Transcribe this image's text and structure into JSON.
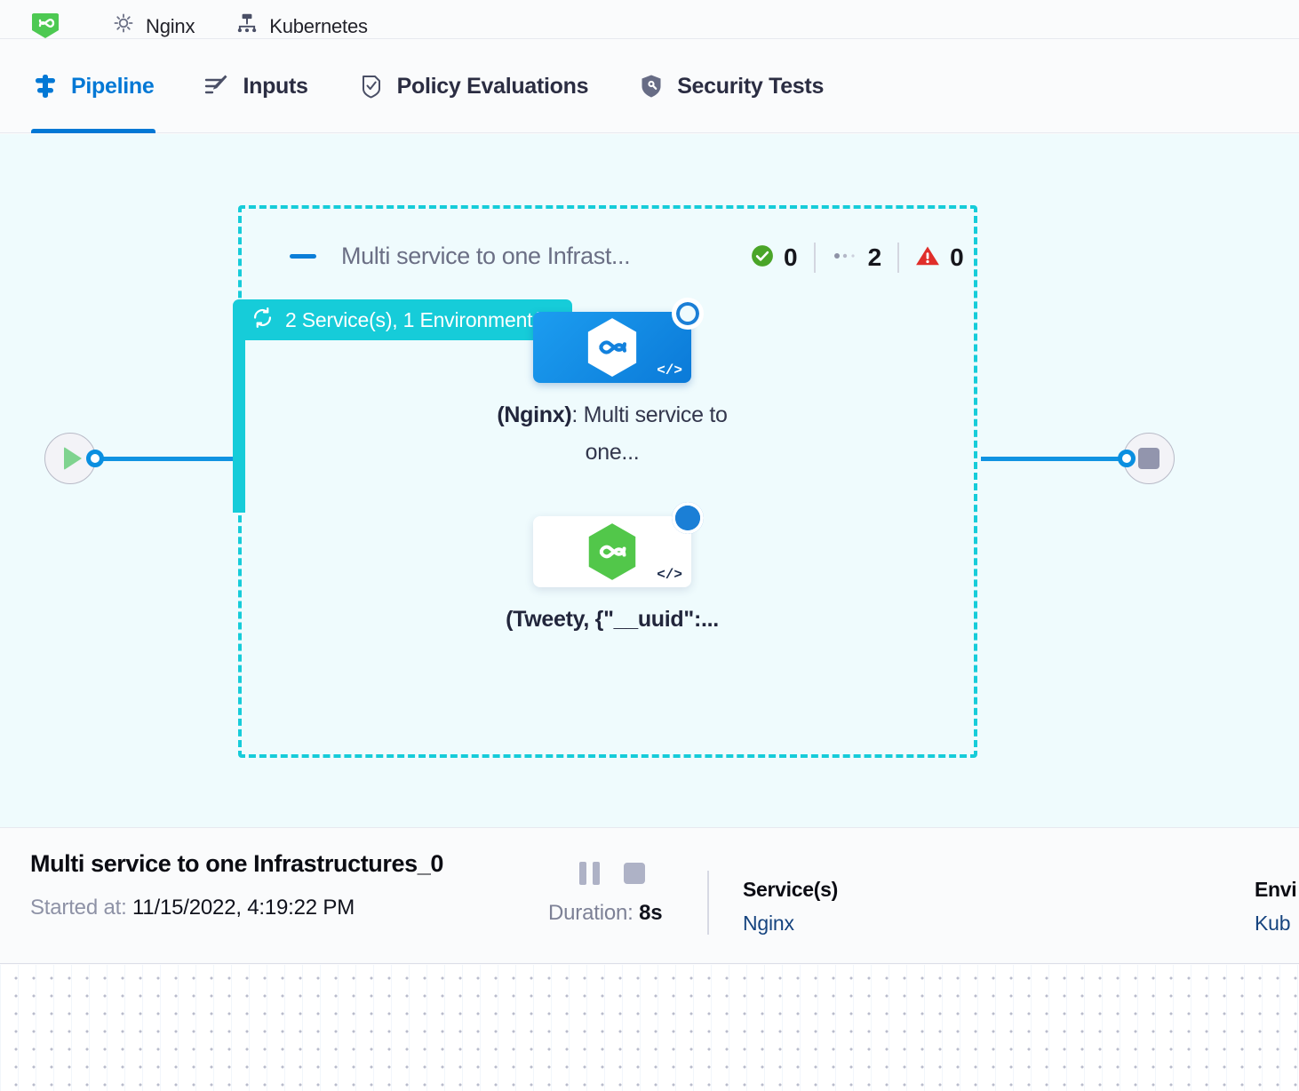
{
  "breadcrumbs": [
    {
      "icon": "harness-hex-logo-icon",
      "label": ""
    },
    {
      "icon": "gear-icon",
      "label": "Nginx"
    },
    {
      "icon": "infrastructure-icon",
      "label": "Kubernetes"
    }
  ],
  "tabs": [
    {
      "id": "pipeline",
      "label": "Pipeline",
      "icon": "pipeline-icon",
      "active": true
    },
    {
      "id": "inputs",
      "label": "Inputs",
      "icon": "inputs-icon",
      "active": false
    },
    {
      "id": "policy",
      "label": "Policy Evaluations",
      "icon": "shield-check-icon",
      "active": false
    },
    {
      "id": "security",
      "label": "Security Tests",
      "icon": "shield-scan-icon",
      "active": false
    }
  ],
  "canvas": {
    "group": {
      "badge_label": "2 Service(s), 1 Environment(s)",
      "badge_icon": "loop-repeat-icon",
      "title": "Multi service to one Infrast...",
      "collapse_icon": "collapse-dash-icon",
      "counters": [
        {
          "id": "success",
          "icon": "check-circle-icon",
          "value": "0"
        },
        {
          "id": "running",
          "icon": "dots-pending-icon",
          "value": "2"
        },
        {
          "id": "failed",
          "icon": "warning-triangle-icon",
          "value": "0"
        }
      ]
    },
    "nodes": [
      {
        "id": "nginx-node",
        "status_icon": "spinner-running-icon",
        "code_icon": "code-brackets-icon",
        "logo_icon": "harness-hex-logo-icon",
        "caption_bold": "(Nginx)",
        "caption_rest": ": Multi service to one...",
        "selected": true
      },
      {
        "id": "tweety-node",
        "status_icon": "spinner-running-icon",
        "code_icon": "code-brackets-icon",
        "logo_icon": "harness-hex-logo-green-icon",
        "caption_bold": "(Tweety, {\"__uuid\":...",
        "caption_rest": "",
        "selected": false
      }
    ],
    "start_node": {
      "icon": "play-icon"
    },
    "end_node": {
      "icon": "stop-icon"
    }
  },
  "detail": {
    "title": "Multi service to one Infrastructures_0",
    "started_label": "Started at:",
    "started_value": "11/15/2022, 4:19:22 PM",
    "pause_button": "pause-button",
    "stop_button": "stop-button",
    "duration_label": "Duration:",
    "duration_value": "8s",
    "fields": [
      {
        "label": "Service(s)",
        "value": "Nginx"
      },
      {
        "label": "Envi",
        "value": "Kub"
      }
    ]
  },
  "colors": {
    "accent_blue": "#0278d5",
    "teal_group": "#16ccd9",
    "canvas_bg": "#effbfd",
    "success_green": "#4aa528",
    "error_red": "#e02e2a",
    "link_navy": "#16447f"
  }
}
